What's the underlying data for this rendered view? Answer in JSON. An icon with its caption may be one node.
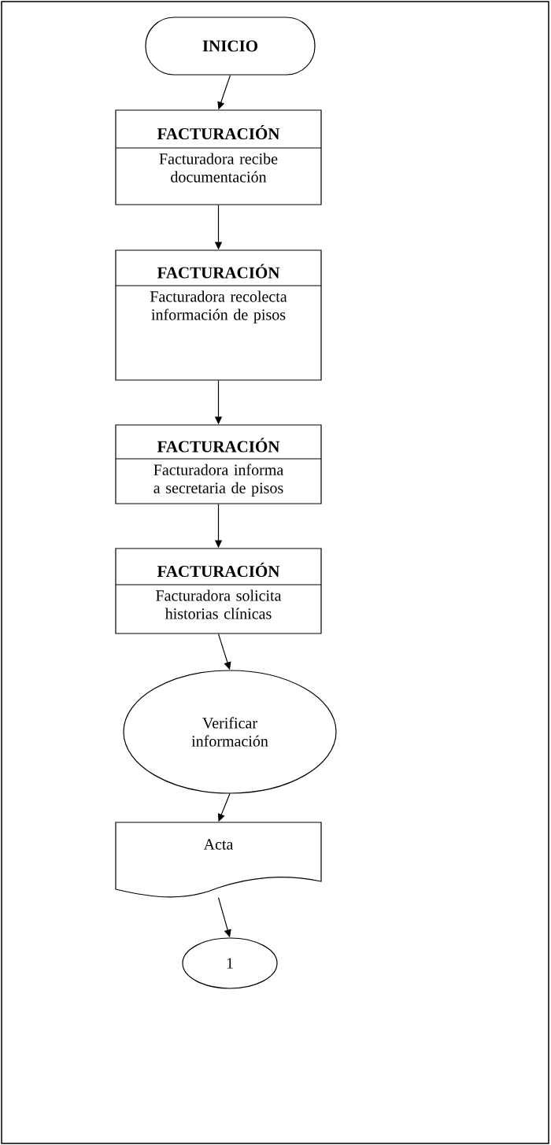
{
  "diagram": {
    "nodes": [
      {
        "text": [
          "INICIO"
        ]
      },
      {
        "text": [
          "FACTURACIÓN",
          "Facturadora recibe documentación"
        ]
      },
      {
        "text": [
          "FACTURACIÓN",
          "Facturadora recolecta información de pisos"
        ]
      },
      {
        "text": [
          "FACTURACIÓN",
          "Facturadora informa a secretaria de pisos"
        ]
      },
      {
        "text": [
          "FACTURACIÓN",
          "Facturadora solicita historias clínicas"
        ]
      },
      {
        "text": [
          "Verificar información"
        ]
      },
      {
        "text": [
          "Acta"
        ]
      },
      {
        "text": [
          "1"
        ]
      }
    ],
    "edges": [
      {
        "from": 0,
        "to": 1,
        "arrow": "to"
      },
      {
        "from": 1,
        "to": 2,
        "arrow": "to"
      },
      {
        "from": 2,
        "to": 3,
        "arrow": "to"
      },
      {
        "from": 3,
        "to": 4,
        "arrow": "to"
      },
      {
        "from": 4,
        "to": 5,
        "arrow": "to"
      },
      {
        "from": 5,
        "to": 6,
        "arrow": "to"
      },
      {
        "from": 6,
        "to": 7,
        "arrow": "to"
      }
    ]
  }
}
